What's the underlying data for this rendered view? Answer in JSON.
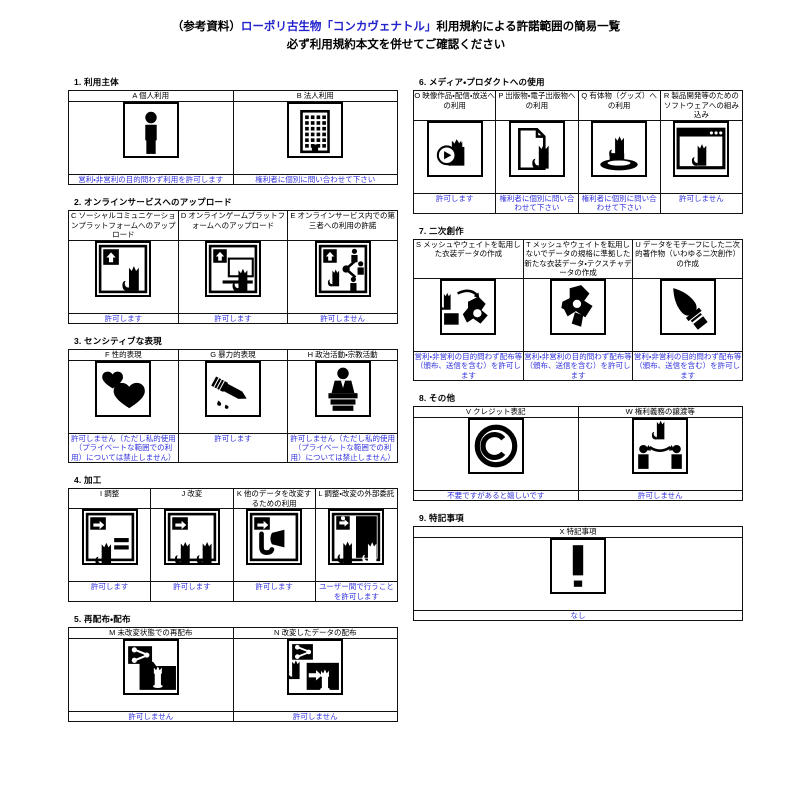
{
  "title": {
    "line1_prefix": "（参考資料）",
    "line1_blue": "ローポリ古生物「コンカヴェナトル」",
    "line1_suffix": "利用規約による許諾範囲の簡易一覧",
    "line2": "必ず利用規約本文を併せてご確認ください"
  },
  "accent_blue": "#3333dd",
  "title_blue": "#2222cc",
  "sections": [
    {
      "number": "1.",
      "heading": "1. 利用主体",
      "columns": 2,
      "items": [
        {
          "code": "A",
          "label": "A 個人利用",
          "icon": "person-icon",
          "note": "営利・非営利の目的問わず利用を許可します"
        },
        {
          "code": "B",
          "label": "B 法人利用",
          "icon": "building-icon",
          "note": "権利者に個別に問い合わせて下さい"
        }
      ]
    },
    {
      "number": "2.",
      "heading": "2. オンラインサービスへのアップロード",
      "columns": 3,
      "items": [
        {
          "code": "C",
          "label": "C ソーシャルコミュニケーションプラットフォームへのアップロード",
          "icon": "upload-cat-icon",
          "note": "許可します"
        },
        {
          "code": "D",
          "label": "D オンラインゲームブラットフォームへのアップロード",
          "icon": "upload-cat-monitor-icon",
          "note": "許可します"
        },
        {
          "code": "E",
          "label": "E オンラインサービス内での第三者への利用の許諾",
          "icon": "share-cat-people-icon",
          "note": "許可しません"
        }
      ]
    },
    {
      "number": "3.",
      "heading": "3. センシティブな表現",
      "columns": 3,
      "items": [
        {
          "code": "F",
          "label": "F 性的表現",
          "icon": "hearts-icon",
          "note": "許可しません（ただし私的使用（プライベートな範囲での利用）については禁止しません）"
        },
        {
          "code": "G",
          "label": "G 暴力的表現",
          "icon": "knife-icon",
          "note": "許可します"
        },
        {
          "code": "H",
          "label": "H 政治活動・宗教活動",
          "icon": "podium-speaker-icon",
          "note": "許可しません（ただし私的使用（プライベートな範囲での利用）については禁止しません）"
        }
      ]
    },
    {
      "number": "4.",
      "heading": "4. 加工",
      "columns": 4,
      "items": [
        {
          "code": "I",
          "label": "I 調整",
          "icon": "adjust-cat-equals-icon",
          "note": "許可します"
        },
        {
          "code": "J",
          "label": "J 改変",
          "icon": "modify-two-cats-icon",
          "note": "許可します"
        },
        {
          "code": "K",
          "label": "K 他のデータを改変するための利用",
          "icon": "modify-other-data-icon",
          "note": "許可します"
        },
        {
          "code": "L",
          "label": "L 調整・改変の外部委託",
          "icon": "outsource-cats-icon",
          "note": "ユーザー間で行うことを許可します"
        }
      ]
    },
    {
      "number": "5.",
      "heading": "5. 再配布・配布",
      "columns": 2,
      "items": [
        {
          "code": "M",
          "label": "M 未改変状態での再配布",
          "icon": "share-folder-cat-icon",
          "note": "許可しません"
        },
        {
          "code": "N",
          "label": "N 改変したデータの配布",
          "icon": "share-modified-cat-icon",
          "note": "許可しません"
        }
      ]
    },
    {
      "number": "6.",
      "heading": "6. メディア・プロダクトへの使用",
      "columns": 4,
      "items": [
        {
          "code": "O",
          "label": "O 映像作品・配信・放送への利用",
          "icon": "video-play-cat-icon",
          "note": "許可します"
        },
        {
          "code": "P",
          "label": "P 出版物・電子出版物への利用",
          "icon": "document-cat-icon",
          "note": "権利者に個別に問い合わせて下さい"
        },
        {
          "code": "Q",
          "label": "Q 有体物（グッズ）への利用",
          "icon": "figurine-cat-icon",
          "note": "権利者に個別に問い合わせて下さい"
        },
        {
          "code": "R",
          "label": "R 製品開発等のためのソフトウェアへの組み込み",
          "icon": "software-window-cat-icon",
          "note": "許可しません"
        }
      ]
    },
    {
      "number": "7.",
      "heading": "7. 二次創作",
      "columns": 3,
      "items": [
        {
          "code": "S",
          "label": "S メッシュやウェイトを転用した衣装データの作成",
          "icon": "cat-to-costume-icon",
          "note": "営利・非営利の目的問わず配布等（頒布、送信を含む）を許可します"
        },
        {
          "code": "T",
          "label": "T メッシュやウェイトを転用しないでデータの規格に準拠した新たな衣装データ・テクスチャデータの作成",
          "icon": "costume-icon",
          "note": "営利・非営利の目的問わず配布等（頒布、送信を含む）を許可します"
        },
        {
          "code": "U",
          "label": "U データをモチーフにした二次的著作物（いわゆる二次創作）の作成",
          "icon": "paintbrush-icon",
          "note": "営利・非営利の目的問わず配布等（頒布、送信を含む）を許可します"
        }
      ]
    },
    {
      "number": "8.",
      "heading": "8. その他",
      "columns": 2,
      "items": [
        {
          "code": "V",
          "label": "V クレジット表記",
          "icon": "copyright-icon",
          "note": "不要ですがあると嬉しいです"
        },
        {
          "code": "W",
          "label": "W 権利義務の譲渡等",
          "icon": "transfer-rights-icon",
          "note": "許可しません"
        }
      ]
    },
    {
      "number": "9.",
      "heading": "9. 特記事項",
      "columns": 1,
      "items": [
        {
          "code": "X",
          "label": "X 特記事項",
          "icon": "exclamation-icon",
          "note": "なし"
        }
      ]
    }
  ]
}
